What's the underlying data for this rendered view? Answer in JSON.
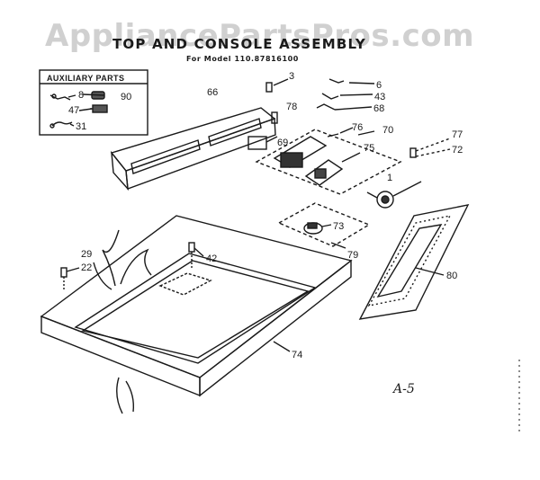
{
  "watermark": "AppliancePartsPros.com",
  "header": {
    "title": "TOP AND CONSOLE ASSEMBLY",
    "subtitle": "For Model 110.87816100"
  },
  "auxiliary": {
    "title": "AUXILIARY PARTS",
    "labels": [
      "8",
      "90",
      "47",
      "31"
    ]
  },
  "parts": [
    {
      "id": "p3",
      "label": "3"
    },
    {
      "id": "p6",
      "label": "6"
    },
    {
      "id": "p43",
      "label": "43"
    },
    {
      "id": "p68",
      "label": "68"
    },
    {
      "id": "p66",
      "label": "66"
    },
    {
      "id": "p78",
      "label": "78"
    },
    {
      "id": "p76",
      "label": "76"
    },
    {
      "id": "p70",
      "label": "70"
    },
    {
      "id": "p69",
      "label": "69"
    },
    {
      "id": "p75",
      "label": "75"
    },
    {
      "id": "p77",
      "label": "77"
    },
    {
      "id": "p72",
      "label": "72"
    },
    {
      "id": "p1",
      "label": "1"
    },
    {
      "id": "p73",
      "label": "73"
    },
    {
      "id": "p79",
      "label": "79"
    },
    {
      "id": "p80",
      "label": "80"
    },
    {
      "id": "p29",
      "label": "29"
    },
    {
      "id": "p22",
      "label": "22"
    },
    {
      "id": "p42",
      "label": "42"
    },
    {
      "id": "p74",
      "label": "74"
    }
  ],
  "footer_note": "A-5"
}
